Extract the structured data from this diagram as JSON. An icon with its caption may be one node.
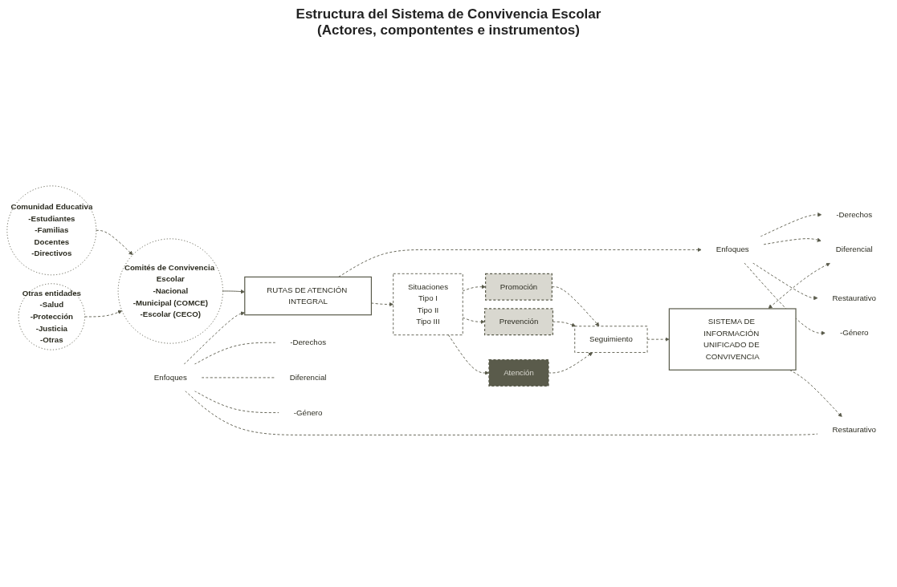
{
  "diagram": {
    "title": "Estructura del Sistema de Convivencia Escolar (Actores, compontentes e instrumentos)",
    "nodes": [
      {
        "text": [
          "Comunidad Educativa",
          "-Estudiantes",
          "-Familias",
          "Docentes",
          "-Directivos"
        ]
      },
      {
        "text": [
          "Otras entidades",
          "-Salud",
          "-Protección",
          "-Justicia",
          "-Otras"
        ]
      },
      {
        "text": [
          "Comités de Convivencia Escolar",
          "-Nacional",
          "-Municipal (COMCE)",
          "-Escolar (CECO)"
        ]
      },
      {
        "text": [
          "RUTAS DE ATENCIÓN INTEGRAL"
        ]
      },
      {
        "text": [
          "Enfoques"
        ]
      },
      {
        "text": [
          "-Derechos"
        ]
      },
      {
        "text": [
          "Diferencial"
        ]
      },
      {
        "text": [
          "Restaurativo"
        ]
      },
      {
        "text": [
          "-Género"
        ]
      },
      {
        "text": [
          "Situaciones",
          "Tipo I",
          "Tipo II",
          "Tipo III"
        ]
      },
      {
        "text": [
          "Promoción"
        ]
      },
      {
        "text": [
          "Prevención"
        ]
      },
      {
        "text": [
          "Atención"
        ]
      },
      {
        "text": [
          "Seguimiento"
        ]
      },
      {
        "text": [
          "SISTEMA DE INFORMACIÓN UNIFICADO DE CONVIVENCIA"
        ]
      },
      {
        "text": [
          "Enfoques"
        ]
      },
      {
        "text": [
          "-Derechos"
        ]
      },
      {
        "text": [
          "Diferencial"
        ]
      },
      {
        "text": [
          "Restaurativo"
        ]
      },
      {
        "text": [
          "-Género"
        ]
      }
    ],
    "edges": [
      {
        "from": 0,
        "to": 2,
        "arrow": "to",
        "style": "dashed"
      },
      {
        "from": 1,
        "to": 2,
        "arrow": "to",
        "style": "dashed"
      },
      {
        "from": 2,
        "to": 3,
        "arrow": "to"
      },
      {
        "from": 3,
        "to": 4,
        "arrow": "to",
        "style": "dashed"
      },
      {
        "from": 4,
        "to": 5,
        "arrow": "to",
        "style": "dashed"
      },
      {
        "from": 4,
        "to": 6,
        "arrow": "to",
        "style": "dashed"
      },
      {
        "from": 4,
        "to": 7,
        "arrow": "to",
        "style": "dashed"
      },
      {
        "from": 4,
        "to": 8,
        "arrow": "to",
        "style": "dashed"
      },
      {
        "from": 14,
        "to": 6,
        "arrow": "both",
        "style": "dashed"
      },
      {
        "from": 3,
        "to": 9,
        "arrow": "to",
        "style": "dashed"
      },
      {
        "from": 9,
        "to": 10,
        "arrow": "to",
        "style": "dashed"
      },
      {
        "from": 9,
        "to": 11,
        "arrow": "to",
        "style": "dashed"
      },
      {
        "from": 9,
        "to": 12,
        "arrow": "to",
        "style": "dashed"
      },
      {
        "from": 10,
        "to": 13,
        "arrow": "to",
        "style": "dashed"
      },
      {
        "from": 11,
        "to": 13,
        "arrow": "to",
        "style": "dashed"
      },
      {
        "from": 12,
        "to": 13,
        "arrow": "to",
        "style": "dashed"
      },
      {
        "from": 13,
        "to": 14,
        "arrow": "to",
        "style": "dashed"
      },
      {
        "from": 14,
        "to": 18,
        "arrow": "to",
        "style": "dashed"
      },
      {
        "from": 15,
        "to": 16,
        "arrow": "none",
        "style": "dashed"
      },
      {
        "from": 15,
        "to": 17,
        "arrow": "none",
        "style": "dashed"
      },
      {
        "from": 15,
        "to": 18,
        "arrow": "none",
        "style": "dashed"
      },
      {
        "from": 15,
        "to": 19,
        "arrow": "none",
        "style": "dashed"
      },
      {
        "from": 15,
        "to": 3,
        "arrow": "to",
        "style": "dashed"
      }
    ]
  }
}
